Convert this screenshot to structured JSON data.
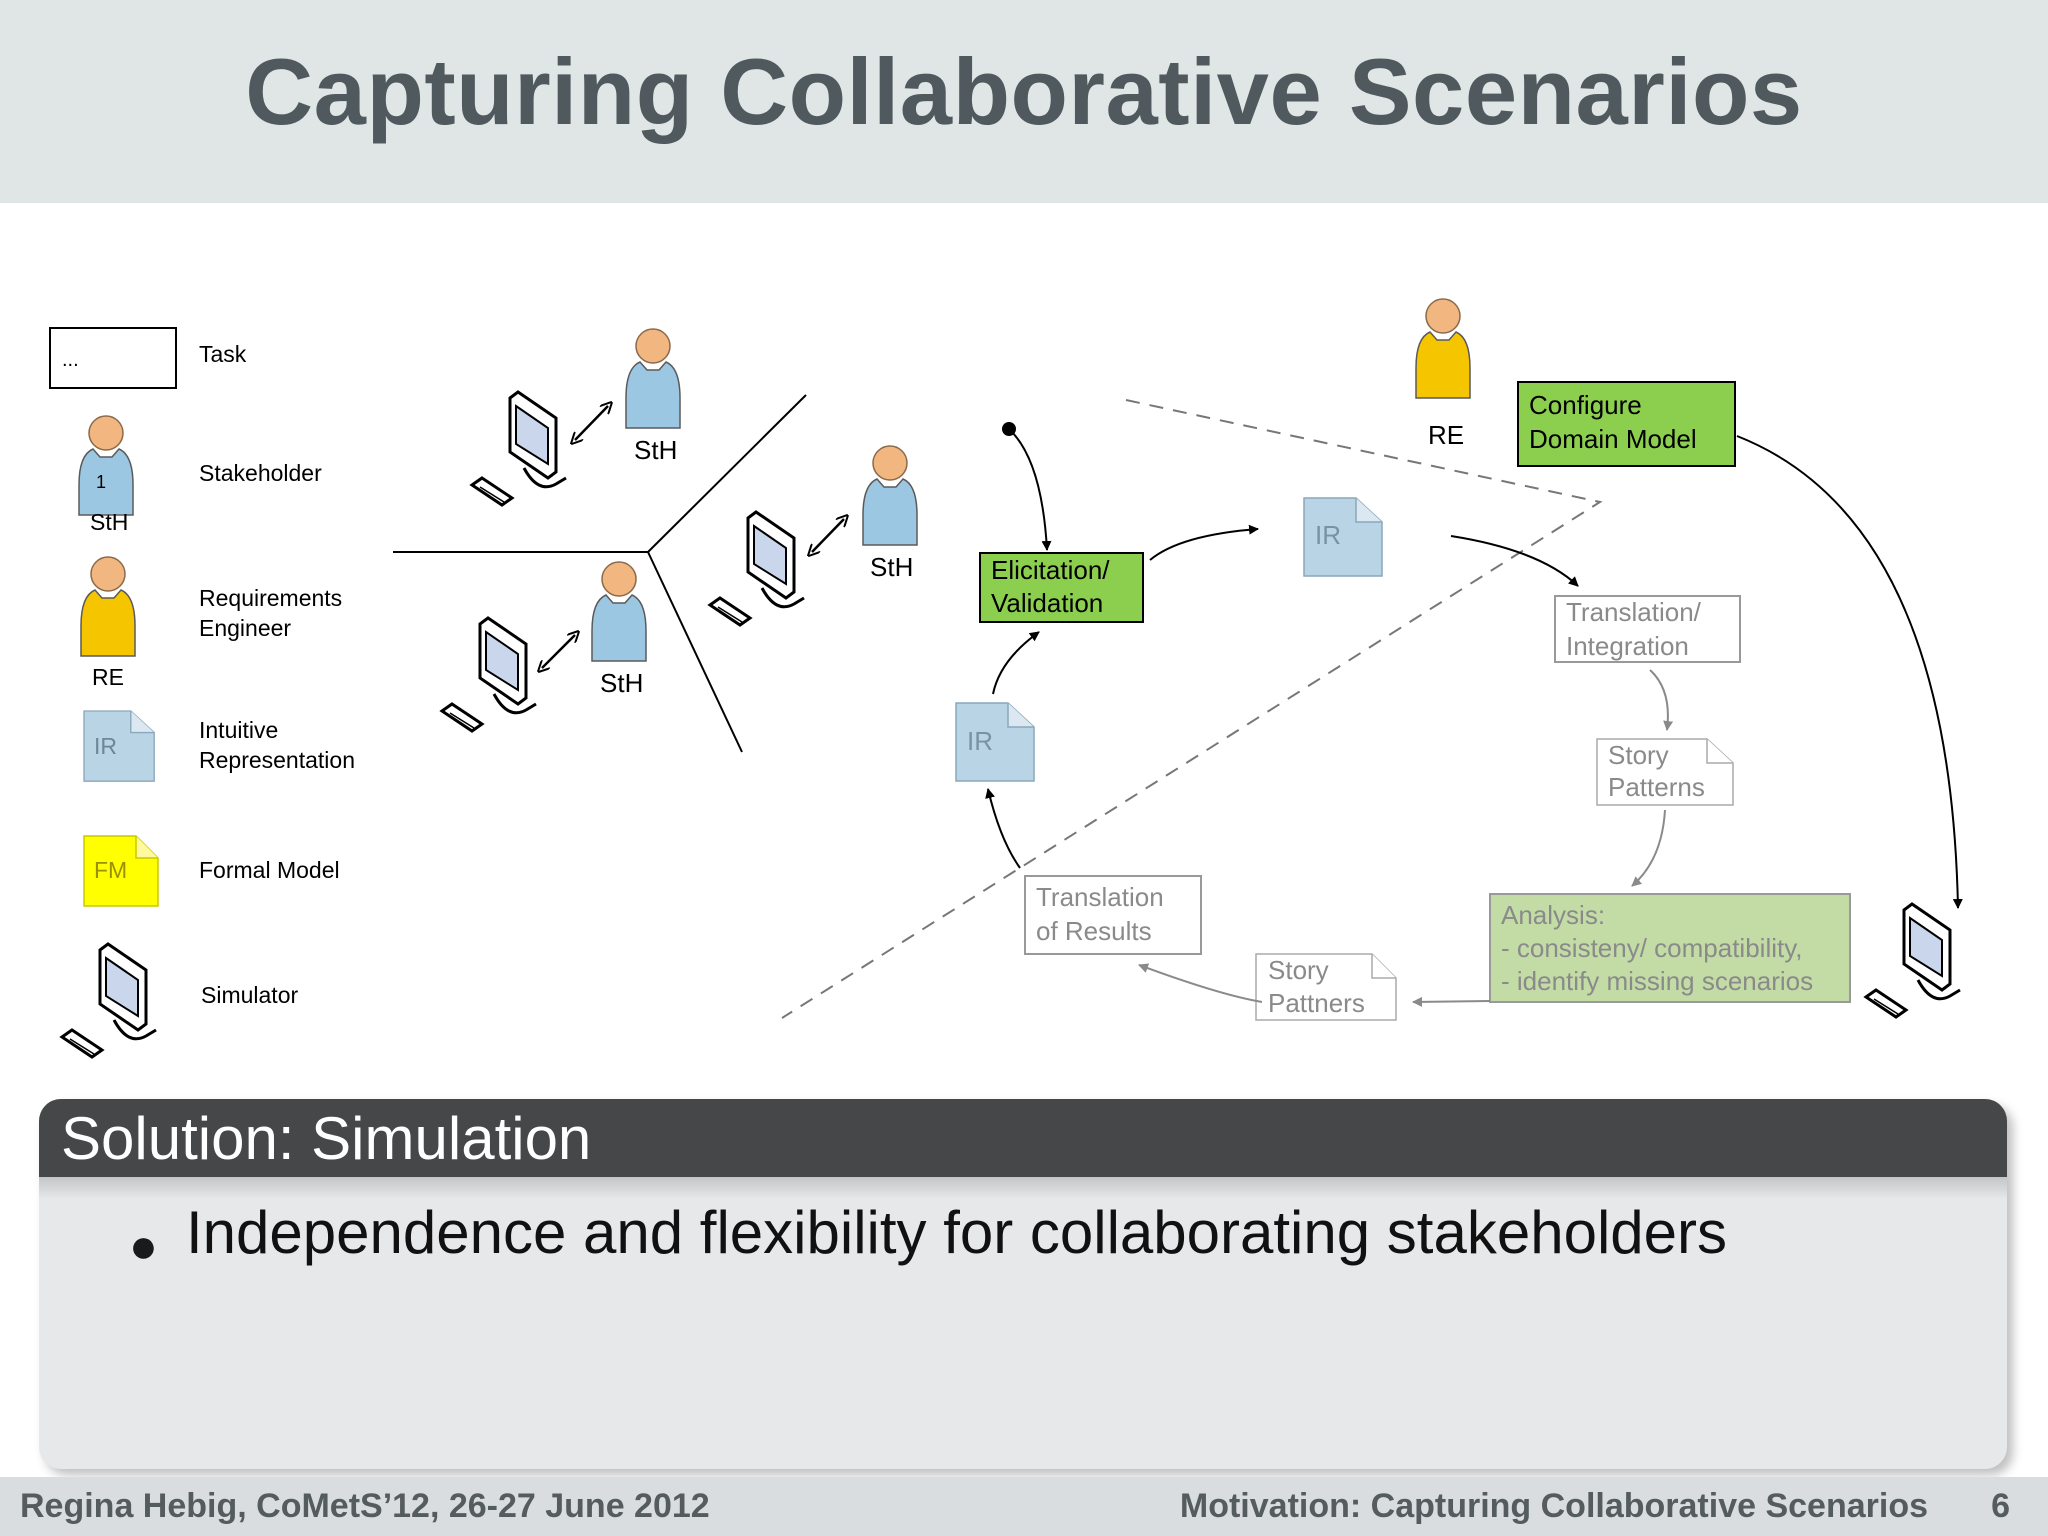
{
  "slide": {
    "title": "Capturing Collaborative Scenarios"
  },
  "legend": {
    "task_box_text": "...",
    "task": "Task",
    "stakeholder_badge": "1",
    "stakeholder_abbrev": "StH",
    "stakeholder": "Stakeholder",
    "re_abbrev": "RE",
    "re_line1": "Requirements",
    "re_line2": "Engineer",
    "ir_abbrev": "IR",
    "ir_line1": "Intuitive",
    "ir_line2": "Representation",
    "fm_abbrev": "FM",
    "fm": "Formal Model",
    "simulator": "Simulator"
  },
  "diagram": {
    "sth_label": "StH",
    "re_label": "RE",
    "ir_label": "IR",
    "configure_line1": "Configure",
    "configure_line2": "Domain Model",
    "elicitation_line1": "Elicitation/",
    "elicitation_line2": "Validation",
    "translation_integration_line1": "Translation/",
    "translation_integration_line2": "Integration",
    "story_patterns_line1": "Story",
    "story_patterns_line2": "Patterns",
    "analysis_line1": "Analysis:",
    "analysis_line2": "- consisteny/ compatibility,",
    "analysis_line3": "- identify missing scenarios",
    "story_patterns2_line1": "Story",
    "story_patterns2_line2": "Pattners",
    "translation_results_line1": "Translation",
    "translation_results_line2": "of Results"
  },
  "solution": {
    "heading": "Solution: Simulation",
    "bullet": "Independence and flexibility for collaborating stakeholders"
  },
  "footer": {
    "left": "Regina Hebig,  CoMetS’12,  26-27 June 2012",
    "right": "Motivation: Capturing Collaborative Scenarios",
    "page": "6"
  },
  "colors": {
    "title_bar": "#e0e5e6",
    "title_text": "#505a5e",
    "task_green": "#8ccf4f",
    "analysis_green": "#c3dca6",
    "ir_blue": "#b9d4e4",
    "fm_yellow": "#ffff00",
    "stakeholder_blue": "#9cc7e3",
    "re_yellow": "#f5c500",
    "solution_header": "#464748"
  }
}
